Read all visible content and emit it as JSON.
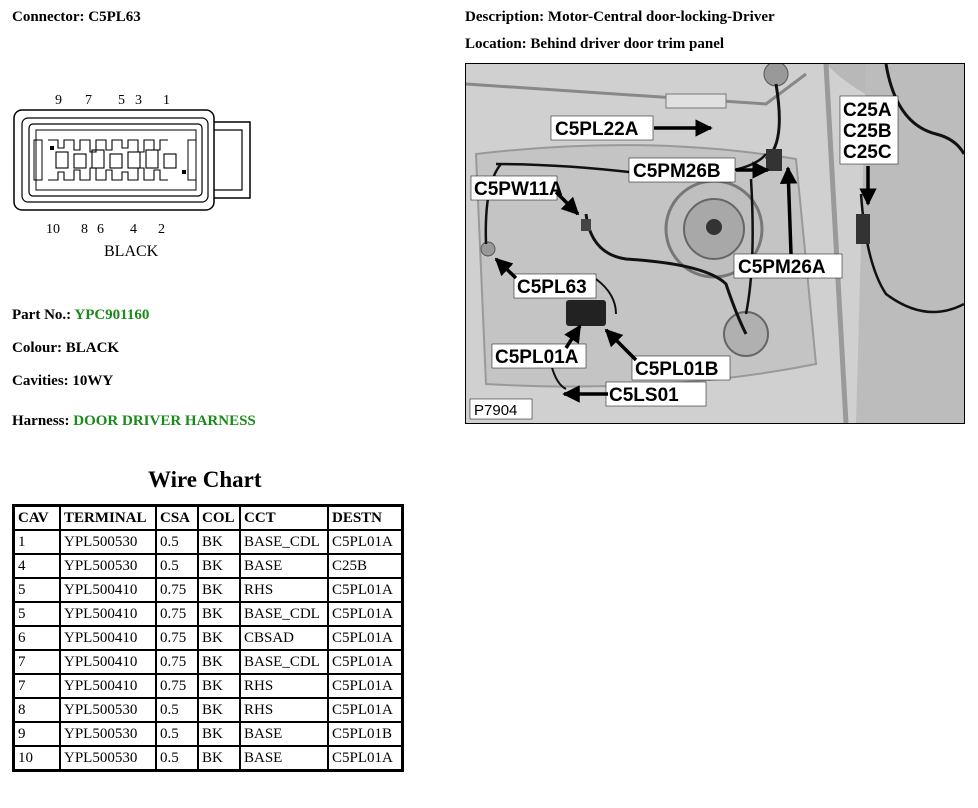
{
  "header": {
    "connector_label": "Connector:",
    "connector_value": "C5PL63",
    "description_label": "Description:",
    "description_value": "Motor-Central door-locking-Driver",
    "location_label": "Location:",
    "location_value": "Behind driver door trim panel"
  },
  "connector_diagram": {
    "top_pins": [
      "9",
      "7",
      "5",
      "3",
      "1"
    ],
    "bottom_pins": [
      "10",
      "8",
      "6",
      "4",
      "2"
    ],
    "colour_caption": "BLACK"
  },
  "details": {
    "part_no_label": "Part No.:",
    "part_no_value": "YPC901160",
    "colour_label": "Colour:",
    "colour_value": "BLACK",
    "cavities_label": "Cavities:",
    "cavities_value": "10WY",
    "harness_label": "Harness:",
    "harness_value": "DOOR DRIVER HARNESS"
  },
  "wire_chart": {
    "title": "Wire Chart",
    "columns": [
      "CAV",
      "TERMINAL",
      "CSA",
      "COL",
      "CCT",
      "DESTN"
    ],
    "rows": [
      [
        "1",
        "YPL500530",
        "0.5",
        "BK",
        "BASE_CDL",
        "C5PL01A"
      ],
      [
        "4",
        "YPL500530",
        "0.5",
        "BK",
        "BASE",
        "C25B"
      ],
      [
        "5",
        "YPL500410",
        "0.75",
        "BK",
        "RHS",
        "C5PL01A"
      ],
      [
        "5",
        "YPL500410",
        "0.75",
        "BK",
        "BASE_CDL",
        "C5PL01A"
      ],
      [
        "6",
        "YPL500410",
        "0.75",
        "BK",
        "CBSAD",
        "C5PL01A"
      ],
      [
        "7",
        "YPL500410",
        "0.75",
        "BK",
        "BASE_CDL",
        "C5PL01A"
      ],
      [
        "7",
        "YPL500410",
        "0.75",
        "BK",
        "RHS",
        "C5PL01A"
      ],
      [
        "8",
        "YPL500530",
        "0.5",
        "BK",
        "RHS",
        "C5PL01A"
      ],
      [
        "9",
        "YPL500530",
        "0.5",
        "BK",
        "BASE",
        "C5PL01B"
      ],
      [
        "10",
        "YPL500530",
        "0.5",
        "BK",
        "BASE",
        "C5PL01A"
      ]
    ]
  },
  "photo": {
    "callouts": {
      "c5pl22a": "C5PL22A",
      "c5pm26b": "C5PM26B",
      "c5pw11a": "C5PW11A",
      "c5pl63": "C5PL63",
      "c5pm26a": "C5PM26A",
      "c5pl01a": "C5PL01A",
      "c5pl01b": "C5PL01B",
      "c5ls01": "C5LS01",
      "c25a": "C25A",
      "c25b": "C25B",
      "c25c": "C25C"
    },
    "figure_id": "P7904"
  },
  "colors": {
    "highlight": "#1a8a1a"
  }
}
